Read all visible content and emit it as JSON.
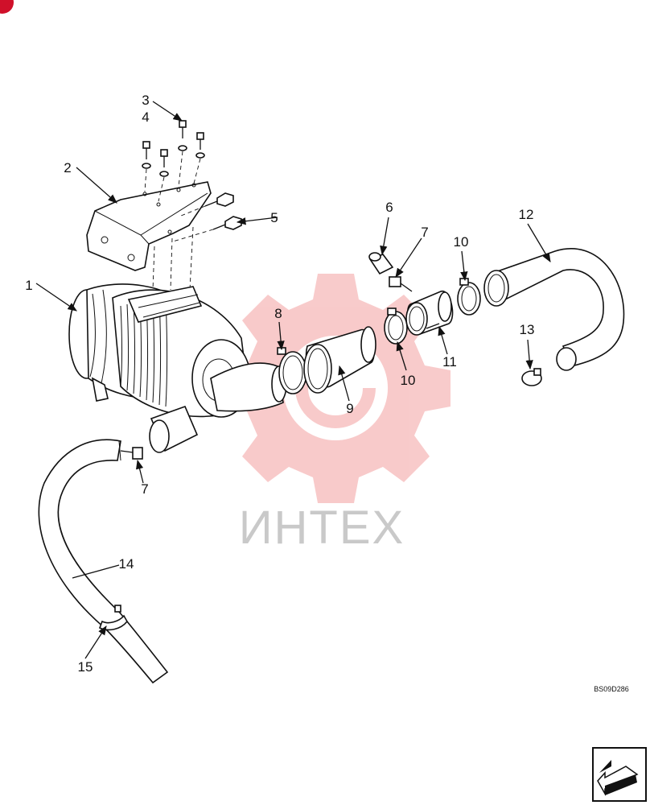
{
  "diagram": {
    "drawing_code": "BS09D286",
    "watermark_text": "ИНТЕХ",
    "callouts": [
      {
        "id": "c1",
        "label": "1"
      },
      {
        "id": "c2",
        "label": "2"
      },
      {
        "id": "c3",
        "label": "3"
      },
      {
        "id": "c4",
        "label": "4"
      },
      {
        "id": "c5",
        "label": "5"
      },
      {
        "id": "c6",
        "label": "6"
      },
      {
        "id": "c7a",
        "label": "7"
      },
      {
        "id": "c7b",
        "label": "7"
      },
      {
        "id": "c8",
        "label": "8"
      },
      {
        "id": "c9",
        "label": "9"
      },
      {
        "id": "c10a",
        "label": "10"
      },
      {
        "id": "c10b",
        "label": "10"
      },
      {
        "id": "c11",
        "label": "11"
      },
      {
        "id": "c12",
        "label": "12"
      },
      {
        "id": "c13",
        "label": "13"
      },
      {
        "id": "c14",
        "label": "14"
      },
      {
        "id": "c15",
        "label": "15"
      }
    ],
    "colors": {
      "line": "#111111",
      "watermark": "#f3a0a0",
      "corner_badge": "#d0102a"
    },
    "icons": [
      "next-page-arrow-icon",
      "watermark-gear-logo"
    ]
  }
}
